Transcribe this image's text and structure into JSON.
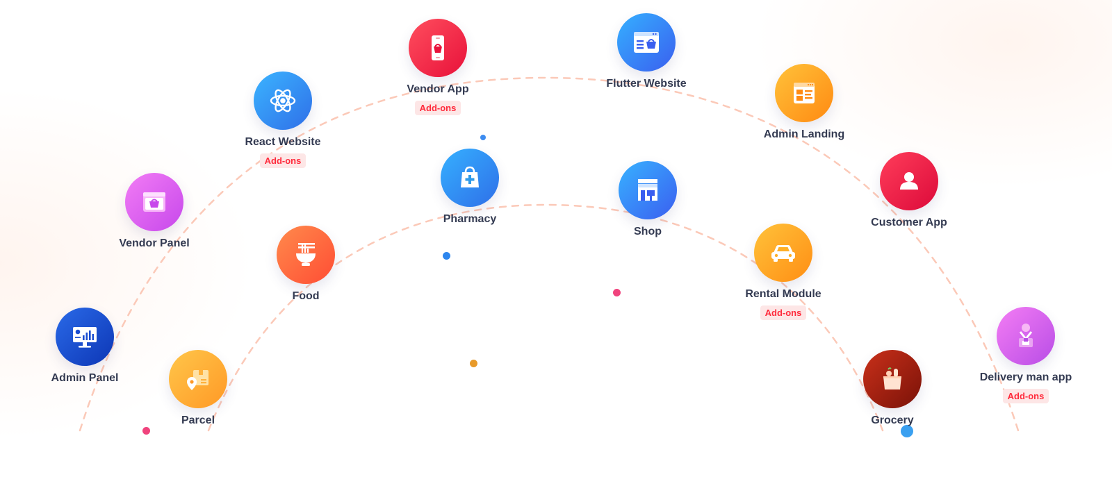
{
  "nodes": [
    {
      "key": "vendor-app",
      "label": "Vendor App",
      "badge": "Add-ons",
      "icon": "phone-basket-icon",
      "gradient": [
        "#ff4e5e",
        "#e8113a"
      ]
    },
    {
      "key": "flutter-website",
      "label": "Flutter Website",
      "badge": "",
      "icon": "browser-basket-icon",
      "gradient": [
        "#35b0ff",
        "#3a5fef"
      ]
    },
    {
      "key": "react-website",
      "label": "React Website",
      "badge": "Add-ons",
      "icon": "atom-icon",
      "gradient": [
        "#3bb4ff",
        "#2f6fe8"
      ]
    },
    {
      "key": "admin-landing",
      "label": "Admin Landing",
      "badge": "",
      "icon": "landing-page-icon",
      "gradient": [
        "#ffc23a",
        "#ff8a12"
      ]
    },
    {
      "key": "vendor-panel",
      "label": "Vendor Panel",
      "badge": "",
      "icon": "storefront-basket-icon",
      "gradient": [
        "#f27cf5",
        "#c748eb"
      ]
    },
    {
      "key": "pharmacy",
      "label": "Pharmacy",
      "badge": "",
      "icon": "medical-bag-icon",
      "gradient": [
        "#35b0ff",
        "#2f6fe8"
      ]
    },
    {
      "key": "shop",
      "label": "Shop",
      "badge": "",
      "icon": "shop-icon",
      "gradient": [
        "#38b2ff",
        "#3a5ef0"
      ]
    },
    {
      "key": "customer-app",
      "label": "Customer App",
      "badge": "",
      "icon": "user-icon",
      "gradient": [
        "#ff3d5a",
        "#dc0a3a"
      ]
    },
    {
      "key": "food",
      "label": "Food",
      "badge": "",
      "icon": "noodle-bowl-icon",
      "gradient": [
        "#ff8a4c",
        "#ff4d34"
      ]
    },
    {
      "key": "rental-module",
      "label": "Rental Module",
      "badge": "Add-ons",
      "icon": "car-icon",
      "gradient": [
        "#ffc23a",
        "#ff8e14"
      ]
    },
    {
      "key": "admin-panel",
      "label": "Admin Panel",
      "badge": "",
      "icon": "monitor-chart-icon",
      "gradient": [
        "#2a6ae8",
        "#0d36b5"
      ]
    },
    {
      "key": "parcel",
      "label": "Parcel",
      "badge": "",
      "icon": "parcel-box-icon",
      "gradient": [
        "#ffc64a",
        "#ff9926"
      ]
    },
    {
      "key": "grocery",
      "label": "Grocery",
      "badge": "",
      "icon": "grocery-bag-icon",
      "gradient": [
        "#c9301a",
        "#7a1208"
      ]
    },
    {
      "key": "delivery-man-app",
      "label": "Delivery man app",
      "badge": "Add-ons",
      "icon": "delivery-man-icon",
      "gradient": [
        "#f47df4",
        "#b84de6"
      ]
    }
  ],
  "colors": {
    "arc": "#fbc9b8",
    "badge_text": "#ff2b3c",
    "badge_bg": "#fde6e6",
    "label": "#343b52"
  }
}
